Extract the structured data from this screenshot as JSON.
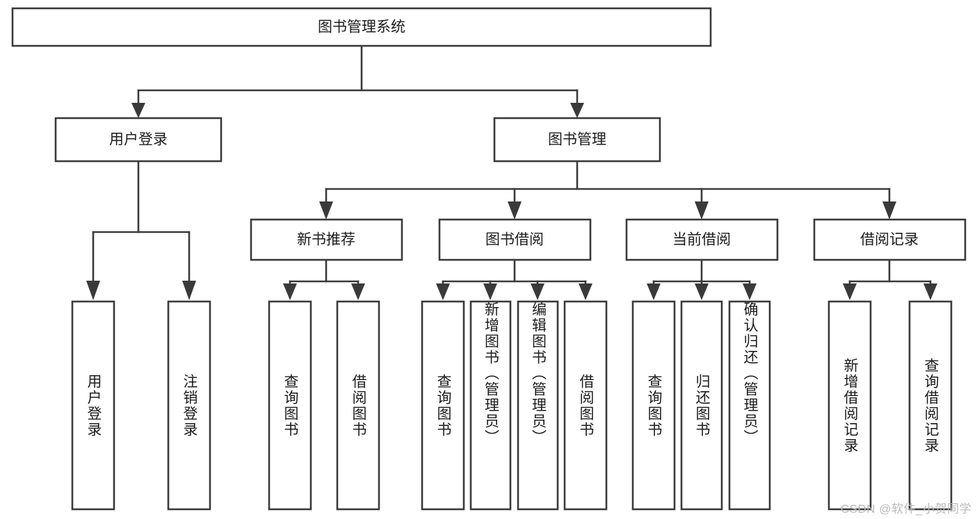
{
  "diagram": {
    "type": "tree",
    "title": "图书管理系统",
    "watermark": "CSDN @软件_小贺同学",
    "colors": {
      "stroke": "#3a3a3a",
      "fill": "#ffffff",
      "text": "#1c1c1c",
      "watermark": "#b9b9b9",
      "background": "#ffffff"
    },
    "levels": {
      "root": {
        "label": "图书管理系统"
      },
      "level2": [
        {
          "label": "用户登录"
        },
        {
          "label": "图书管理"
        }
      ],
      "level3": [
        {
          "label": "新书推荐"
        },
        {
          "label": "图书借阅"
        },
        {
          "label": "当前借阅"
        },
        {
          "label": "借阅记录"
        }
      ],
      "leaves": [
        {
          "label": "用户登录",
          "parent": "用户登录"
        },
        {
          "label": "注销登录",
          "parent": "用户登录"
        },
        {
          "label": "查询图书",
          "parent": "新书推荐"
        },
        {
          "label": "借阅图书",
          "parent": "新书推荐"
        },
        {
          "label": "查询图书",
          "parent": "图书借阅"
        },
        {
          "label": "新增图书（管理员）",
          "parent": "图书借阅"
        },
        {
          "label": "编辑图书（管理员）",
          "parent": "图书借阅"
        },
        {
          "label": "借阅图书",
          "parent": "图书借阅"
        },
        {
          "label": "查询图书",
          "parent": "当前借阅"
        },
        {
          "label": "归还图书",
          "parent": "当前借阅"
        },
        {
          "label": "确认归还（管理员）",
          "parent": "当前借阅"
        },
        {
          "label": "新增借阅记录",
          "parent": "借阅记录"
        },
        {
          "label": "查询借阅记录",
          "parent": "借阅记录"
        }
      ]
    }
  }
}
